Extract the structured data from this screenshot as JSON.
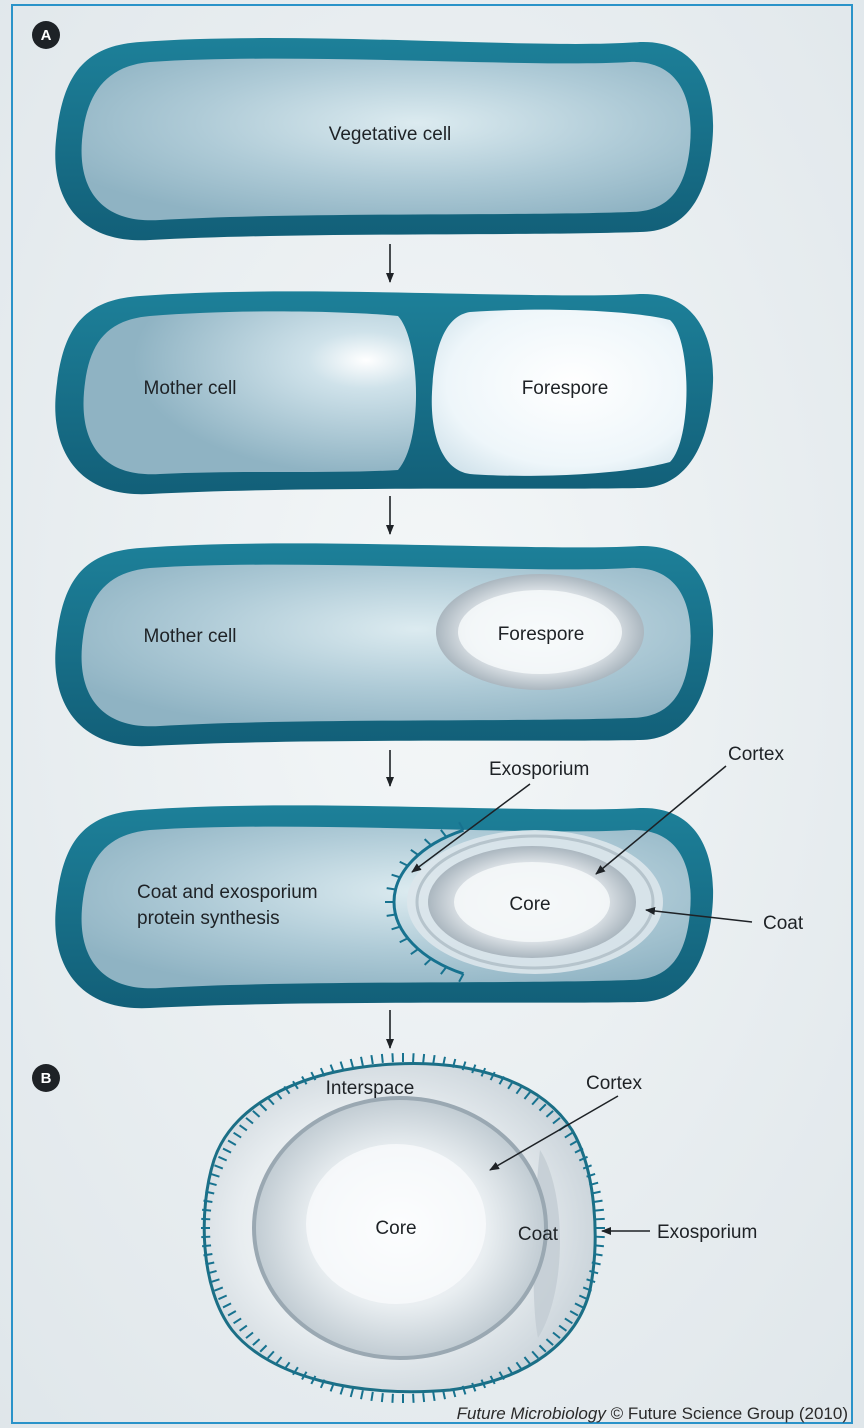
{
  "panel_a": {
    "letter": "A",
    "stage1": {
      "label": "Vegetative cell"
    },
    "stage2": {
      "mother_label": "Mother cell",
      "forespore_label": "Forespore"
    },
    "stage3": {
      "mother_label": "Mother cell",
      "forespore_label": "Forespore"
    },
    "stage4": {
      "synthesis_line1": "Coat and exosporium",
      "synthesis_line2": "protein synthesis",
      "core_label": "Core",
      "exosporium_label": "Exosporium",
      "cortex_label": "Cortex",
      "coat_label": "Coat"
    }
  },
  "panel_b": {
    "letter": "B",
    "interspace_label": "Interspace",
    "core_label": "Core",
    "cortex_label": "Cortex",
    "coat_label": "Coat",
    "exosporium_label": "Exosporium"
  },
  "credit": {
    "journal": "Future Microbiology",
    "rest": " © Future Science Group (2010)"
  },
  "colors": {
    "frame": "#2a93c9",
    "cell_wall": "#17728f",
    "cytoplasm": "#a9c9d6",
    "background": "#e9eef1"
  }
}
